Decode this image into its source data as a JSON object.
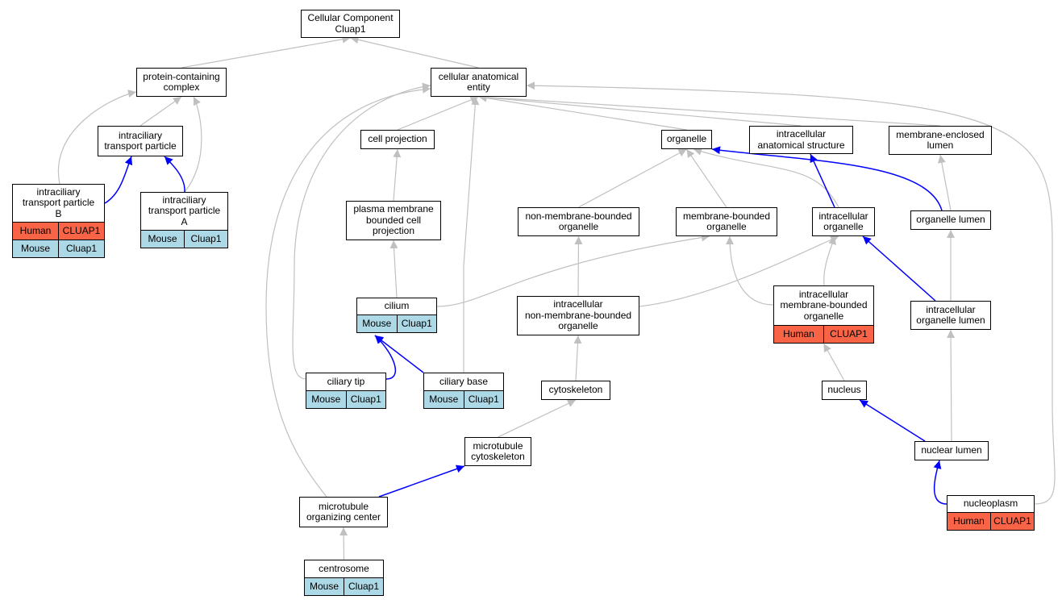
{
  "colors": {
    "is_a_edge": "#c0c0c0",
    "part_of_edge": "#0000ff",
    "human_row": "#fa6446",
    "mouse_row": "#add8e6"
  },
  "nodes": {
    "root": {
      "label": "Cellular Component\nCluap1"
    },
    "protein_complex": {
      "label": "protein-containing\ncomplex"
    },
    "cellular_entity": {
      "label": "cellular anatomical\nentity"
    },
    "ift_particle": {
      "label": "intraciliary\ntransport particle"
    },
    "ift_b": {
      "label": "intraciliary\ntransport particle\nB",
      "rows": [
        {
          "species": "Human",
          "gene": "CLUAP1"
        },
        {
          "species": "Mouse",
          "gene": "Cluap1"
        }
      ]
    },
    "ift_a": {
      "label": "intraciliary\ntransport particle\nA",
      "rows": [
        {
          "species": "Mouse",
          "gene": "Cluap1"
        }
      ]
    },
    "cell_projection": {
      "label": "cell projection"
    },
    "plasma_membrane_proj": {
      "label": "plasma membrane\nbounded cell\nprojection"
    },
    "cilium": {
      "label": "cilium",
      "rows": [
        {
          "species": "Mouse",
          "gene": "Cluap1"
        }
      ]
    },
    "ciliary_tip": {
      "label": "ciliary tip",
      "rows": [
        {
          "species": "Mouse",
          "gene": "Cluap1"
        }
      ]
    },
    "ciliary_base": {
      "label": "ciliary base",
      "rows": [
        {
          "species": "Mouse",
          "gene": "Cluap1"
        }
      ]
    },
    "organelle": {
      "label": "organelle"
    },
    "intracellular_struct": {
      "label": "intracellular\nanatomical structure"
    },
    "membrane_enclosed_lumen": {
      "label": "membrane-enclosed\nlumen"
    },
    "non_membrane_organelle": {
      "label": "non-membrane-bounded\norganelle"
    },
    "membrane_organelle": {
      "label": "membrane-bounded\norganelle"
    },
    "intracellular_organelle": {
      "label": "intracellular\norganelle"
    },
    "organelle_lumen": {
      "label": "organelle lumen"
    },
    "ic_non_membrane_organelle": {
      "label": "intracellular\nnon-membrane-bounded\norganelle"
    },
    "ic_membrane_organelle": {
      "label": "intracellular\nmembrane-bounded\norganelle",
      "rows": [
        {
          "species": "Human",
          "gene": "CLUAP1"
        }
      ]
    },
    "ic_organelle_lumen": {
      "label": "intracellular\norganelle lumen"
    },
    "cytoskeleton": {
      "label": "cytoskeleton"
    },
    "nucleus": {
      "label": "nucleus"
    },
    "microtubule_cytoskeleton": {
      "label": "microtubule\ncytoskeleton"
    },
    "nuclear_lumen": {
      "label": "nuclear lumen"
    },
    "mtoc": {
      "label": "microtubule\norganizing center"
    },
    "nucleoplasm": {
      "label": "nucleoplasm",
      "rows": [
        {
          "species": "Human",
          "gene": "CLUAP1"
        }
      ]
    },
    "centrosome": {
      "label": "centrosome",
      "rows": [
        {
          "species": "Mouse",
          "gene": "Cluap1"
        }
      ]
    }
  },
  "edges": [
    {
      "from": "protein_complex",
      "to": "root",
      "type": "is_a"
    },
    {
      "from": "cellular_entity",
      "to": "root",
      "type": "is_a"
    },
    {
      "from": "ift_particle",
      "to": "protein_complex",
      "type": "is_a"
    },
    {
      "from": "ift_b",
      "to": "protein_complex",
      "type": "is_a"
    },
    {
      "from": "ift_a",
      "to": "protein_complex",
      "type": "is_a"
    },
    {
      "from": "ift_b",
      "to": "ift_particle",
      "type": "part_of"
    },
    {
      "from": "ift_a",
      "to": "ift_particle",
      "type": "part_of"
    },
    {
      "from": "cell_projection",
      "to": "cellular_entity",
      "type": "is_a"
    },
    {
      "from": "plasma_membrane_proj",
      "to": "cell_projection",
      "type": "is_a"
    },
    {
      "from": "cilium",
      "to": "plasma_membrane_proj",
      "type": "is_a"
    },
    {
      "from": "ciliary_tip",
      "to": "cilium",
      "type": "part_of"
    },
    {
      "from": "ciliary_base",
      "to": "cilium",
      "type": "part_of"
    },
    {
      "from": "ciliary_tip",
      "to": "cellular_entity",
      "type": "is_a"
    },
    {
      "from": "ciliary_base",
      "to": "cellular_entity",
      "type": "is_a"
    },
    {
      "from": "mtoc",
      "to": "cellular_entity",
      "type": "is_a"
    },
    {
      "from": "organelle",
      "to": "cellular_entity",
      "type": "is_a"
    },
    {
      "from": "intracellular_struct",
      "to": "cellular_entity",
      "type": "is_a"
    },
    {
      "from": "membrane_enclosed_lumen",
      "to": "cellular_entity",
      "type": "is_a"
    },
    {
      "from": "nucleoplasm",
      "to": "cellular_entity",
      "type": "is_a"
    },
    {
      "from": "non_membrane_organelle",
      "to": "organelle",
      "type": "is_a"
    },
    {
      "from": "membrane_organelle",
      "to": "organelle",
      "type": "is_a"
    },
    {
      "from": "intracellular_organelle",
      "to": "organelle",
      "type": "is_a"
    },
    {
      "from": "organelle_lumen",
      "to": "organelle",
      "type": "part_of"
    },
    {
      "from": "intracellular_organelle",
      "to": "intracellular_struct",
      "type": "part_of"
    },
    {
      "from": "organelle_lumen",
      "to": "membrane_enclosed_lumen",
      "type": "is_a"
    },
    {
      "from": "cilium",
      "to": "membrane_organelle",
      "type": "is_a"
    },
    {
      "from": "ic_non_membrane_organelle",
      "to": "non_membrane_organelle",
      "type": "is_a"
    },
    {
      "from": "ic_non_membrane_organelle",
      "to": "intracellular_organelle",
      "type": "is_a"
    },
    {
      "from": "ic_membrane_organelle",
      "to": "membrane_organelle",
      "type": "is_a"
    },
    {
      "from": "ic_membrane_organelle",
      "to": "intracellular_organelle",
      "type": "is_a"
    },
    {
      "from": "ic_organelle_lumen",
      "to": "intracellular_organelle",
      "type": "part_of"
    },
    {
      "from": "ic_organelle_lumen",
      "to": "organelle_lumen",
      "type": "is_a"
    },
    {
      "from": "cytoskeleton",
      "to": "ic_non_membrane_organelle",
      "type": "is_a"
    },
    {
      "from": "nucleus",
      "to": "ic_membrane_organelle",
      "type": "is_a"
    },
    {
      "from": "microtubule_cytoskeleton",
      "to": "cytoskeleton",
      "type": "is_a"
    },
    {
      "from": "nuclear_lumen",
      "to": "nucleus",
      "type": "part_of"
    },
    {
      "from": "nuclear_lumen",
      "to": "ic_organelle_lumen",
      "type": "is_a"
    },
    {
      "from": "mtoc",
      "to": "microtubule_cytoskeleton",
      "type": "part_of"
    },
    {
      "from": "nucleoplasm",
      "to": "nuclear_lumen",
      "type": "part_of"
    },
    {
      "from": "centrosome",
      "to": "mtoc",
      "type": "is_a"
    }
  ]
}
